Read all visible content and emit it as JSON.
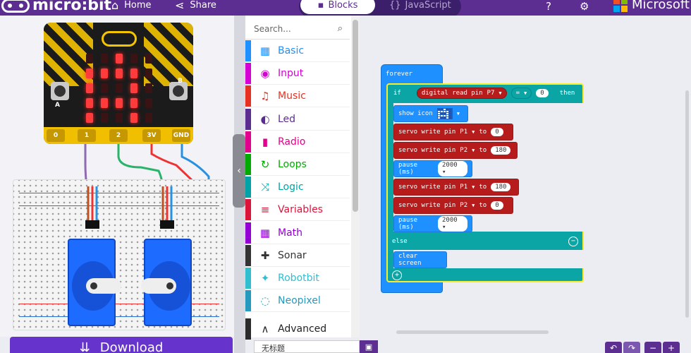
{
  "topbar": {
    "brand": "micro:bit",
    "home": "Home",
    "share": "Share",
    "blocks": "Blocks",
    "javascript": "JavaScript",
    "microsoft": "Microsoft"
  },
  "simulator": {
    "pins": [
      "0",
      "1",
      "2",
      "3V",
      "GND"
    ],
    "button_a": "A",
    "button_b": "B",
    "leds": [
      0,
      0,
      1,
      0,
      0,
      1,
      1,
      1,
      1,
      0,
      1,
      0,
      0,
      1,
      0,
      1,
      1,
      1,
      1,
      0,
      1,
      0,
      0,
      1,
      0
    ]
  },
  "toolbox": {
    "search_placeholder": "Search...",
    "categories": [
      {
        "label": "Basic",
        "color": "#1e90ff",
        "glyph": "▦"
      },
      {
        "label": "Input",
        "color": "#d400d4",
        "glyph": "◉"
      },
      {
        "label": "Music",
        "color": "#e63022",
        "glyph": "♫"
      },
      {
        "label": "Led",
        "color": "#5c2d91",
        "glyph": "◐"
      },
      {
        "label": "Radio",
        "color": "#e3008c",
        "glyph": "▮"
      },
      {
        "label": "Loops",
        "color": "#00aa00",
        "glyph": "↻"
      },
      {
        "label": "Logic",
        "color": "#00a4a6",
        "glyph": "⤨"
      },
      {
        "label": "Variables",
        "color": "#dc143c",
        "glyph": "≡"
      },
      {
        "label": "Math",
        "color": "#9400d3",
        "glyph": "▦"
      },
      {
        "label": "Sonar",
        "color": "#333333",
        "glyph": "✚"
      },
      {
        "label": "Robotbit",
        "color": "#31bfd0",
        "glyph": "✦"
      },
      {
        "label": "Neopixel",
        "color": "#2699bf",
        "glyph": "◌"
      },
      {
        "label": "Advanced",
        "color": "#2b2b2b",
        "glyph": "∧"
      }
    ]
  },
  "code": {
    "forever": "forever",
    "if": "if",
    "digital_read": "digital read pin",
    "pin_p7": "P7",
    "op_eq": "=",
    "value_0": "0",
    "then": "then",
    "show_icon": "show icon",
    "servo_write": "servo write pin",
    "p1": "P1",
    "p2": "P2",
    "to": "to",
    "v0": "0",
    "v180": "180",
    "pause": "pause (ms)",
    "v2000": "2000",
    "else": "else",
    "clear_screen": "clear screen"
  },
  "bottom": {
    "download": "Download",
    "filename": "无标题"
  }
}
